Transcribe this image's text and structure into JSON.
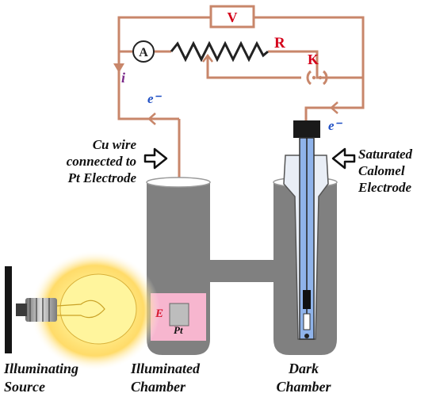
{
  "symbols": {
    "voltmeter": "V",
    "ammeter": "A",
    "resistor": "R",
    "key": "K",
    "current": "i",
    "electron_left": "e⁻",
    "electron_right": "e⁻",
    "electrolyte": "E",
    "electrode": "Pt"
  },
  "labels": {
    "cu_wire_line1": "Cu wire",
    "cu_wire_line2": "connected to",
    "cu_wire_line3": "Pt Electrode",
    "calomel_line1": "Saturated",
    "calomel_line2": "Calomel",
    "calomel_line3": "Electrode",
    "source_line1": "Illuminating",
    "source_line2": "Source",
    "illuminated_line1": "Illuminated",
    "illuminated_line2": "Chamber",
    "dark_line1": "Dark",
    "dark_line2": "Chamber"
  },
  "colors": {
    "wire": "#c8866a",
    "cell_body": "#808080",
    "electrolyte": "#f7b6cf",
    "calomel_tube": "#8fb3ea",
    "symbol_red": "#d4001a",
    "electron_blue": "#1f4fc4",
    "current_purple": "#7b2a8a",
    "bulb_glow": "#fff176",
    "label_text": "#111111"
  },
  "icons": {
    "bulb": "light-bulb-icon",
    "arrow_left": "outline-arrow-right-icon",
    "arrow_right": "outline-arrow-left-icon"
  }
}
